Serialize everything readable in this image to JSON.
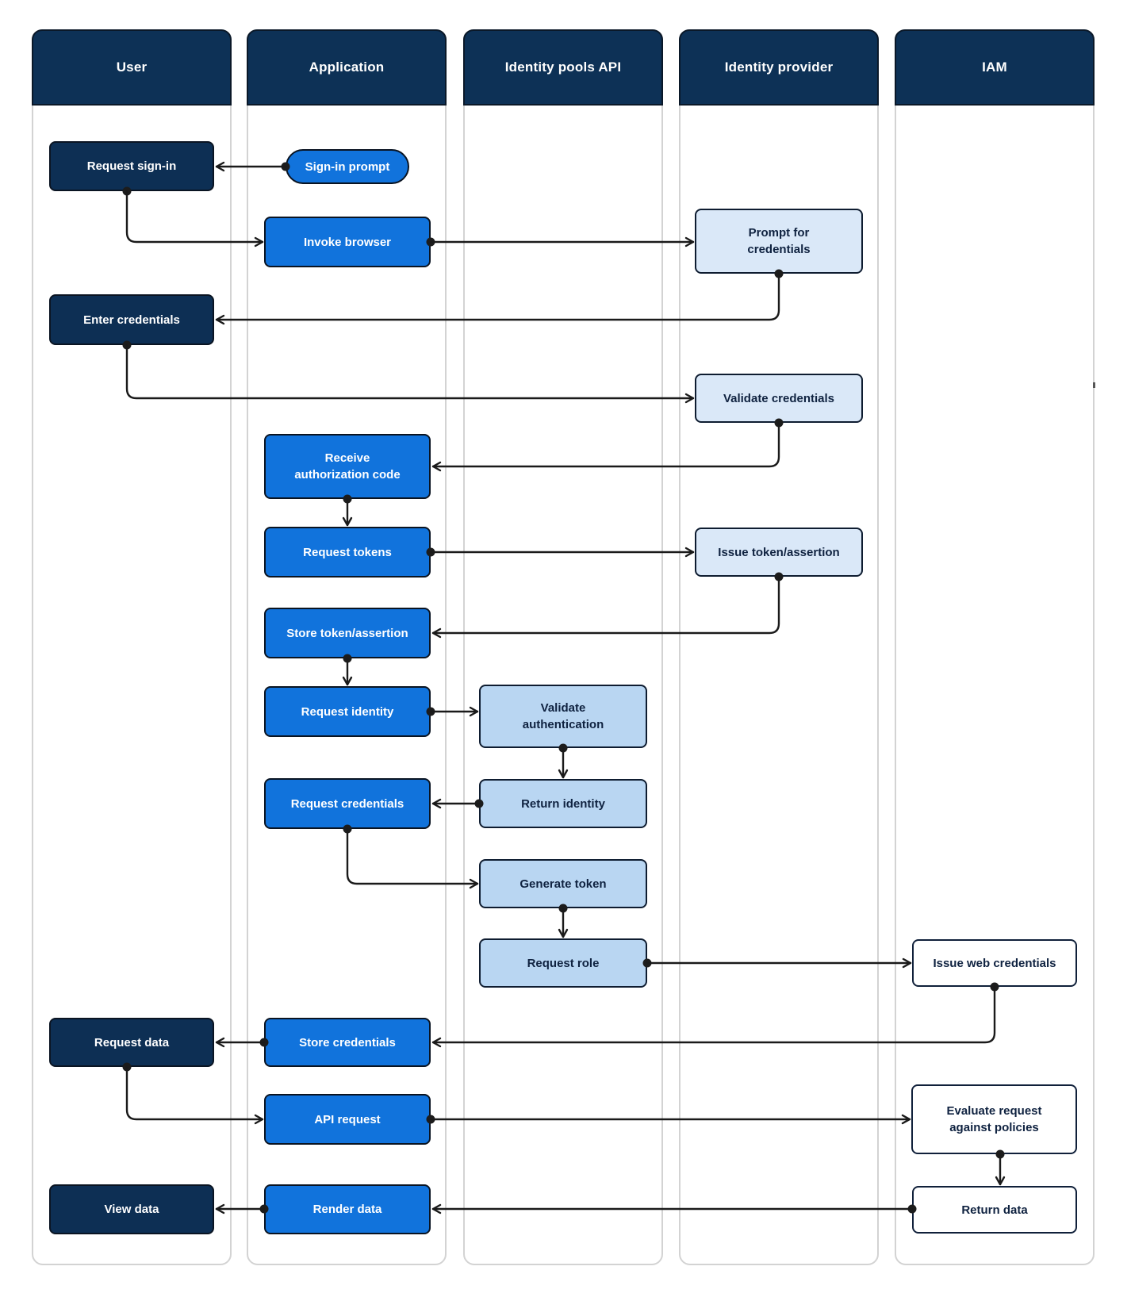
{
  "lanes": [
    {
      "label": "User"
    },
    {
      "label": "Application"
    },
    {
      "label": "Identity pools API"
    },
    {
      "label": "Identity provider"
    },
    {
      "label": "IAM"
    }
  ],
  "nodes": {
    "request_sign_in": {
      "label": "Request sign-in",
      "lane": "User"
    },
    "sign_in_prompt": {
      "label": "Sign-in prompt",
      "lane": "Application"
    },
    "invoke_browser": {
      "label": "Invoke browser",
      "lane": "Application"
    },
    "prompt_for_credentials": {
      "label": "Prompt for credentials",
      "lane": "Identity provider"
    },
    "enter_credentials": {
      "label": "Enter credentials",
      "lane": "User"
    },
    "validate_credentials": {
      "label": "Validate credentials",
      "lane": "Identity provider"
    },
    "receive_auth_code": {
      "label": "Receive authorization code",
      "lane": "Application"
    },
    "request_tokens": {
      "label": "Request tokens",
      "lane": "Application"
    },
    "issue_token_assertion": {
      "label": "Issue token/assertion",
      "lane": "Identity provider"
    },
    "store_token_assertion": {
      "label": "Store token/assertion",
      "lane": "Application"
    },
    "request_identity": {
      "label": "Request identity",
      "lane": "Application"
    },
    "validate_authentication": {
      "label": "Validate authentication",
      "lane": "Identity pools API"
    },
    "request_credentials": {
      "label": "Request credentials",
      "lane": "Application"
    },
    "return_identity": {
      "label": "Return identity",
      "lane": "Identity pools API"
    },
    "generate_token": {
      "label": "Generate token",
      "lane": "Identity pools API"
    },
    "request_role": {
      "label": "Request role",
      "lane": "Identity pools API"
    },
    "issue_web_credentials": {
      "label": "Issue web credentials",
      "lane": "IAM"
    },
    "request_data": {
      "label": "Request data",
      "lane": "User"
    },
    "store_credentials": {
      "label": "Store credentials",
      "lane": "Application"
    },
    "api_request": {
      "label": "API request",
      "lane": "Application"
    },
    "evaluate_request": {
      "label": "Evaluate request against policies",
      "lane": "IAM"
    },
    "view_data": {
      "label": "View data",
      "lane": "User"
    },
    "render_data": {
      "label": "Render data",
      "lane": "Application"
    },
    "return_data": {
      "label": "Return data",
      "lane": "IAM"
    }
  },
  "edges": [
    {
      "from": "Sign-in prompt",
      "to": "Request sign-in"
    },
    {
      "from": "Request sign-in",
      "to": "Invoke browser"
    },
    {
      "from": "Invoke browser",
      "to": "Prompt for credentials"
    },
    {
      "from": "Prompt for credentials",
      "to": "Enter credentials"
    },
    {
      "from": "Enter credentials",
      "to": "Validate credentials"
    },
    {
      "from": "Validate credentials",
      "to": "Receive authorization code"
    },
    {
      "from": "Receive authorization code",
      "to": "Request tokens"
    },
    {
      "from": "Request tokens",
      "to": "Issue token/assertion"
    },
    {
      "from": "Issue token/assertion",
      "to": "Store token/assertion"
    },
    {
      "from": "Store token/assertion",
      "to": "Request identity"
    },
    {
      "from": "Request identity",
      "to": "Validate authentication"
    },
    {
      "from": "Validate authentication",
      "to": "Return identity"
    },
    {
      "from": "Return identity",
      "to": "Request credentials"
    },
    {
      "from": "Request credentials",
      "to": "Generate token"
    },
    {
      "from": "Generate token",
      "to": "Request role"
    },
    {
      "from": "Request role",
      "to": "Issue web credentials"
    },
    {
      "from": "Issue web credentials",
      "to": "Store credentials"
    },
    {
      "from": "Store credentials",
      "to": "Request data"
    },
    {
      "from": "Request data",
      "to": "API request"
    },
    {
      "from": "API request",
      "to": "Evaluate request against policies"
    },
    {
      "from": "Evaluate request against policies",
      "to": "Return data"
    },
    {
      "from": "Return data",
      "to": "Render data"
    },
    {
      "from": "Render data",
      "to": "View data"
    }
  ],
  "colors": {
    "lane_header_bg": "#0d3156",
    "user_node_bg": "#0d2f54",
    "application_node_bg": "#1173dc",
    "identity_pools_api_node_bg": "#b9d6f2",
    "identity_provider_node_bg": "#dae8f8",
    "iam_node_bg": "#ffffff",
    "node_border": "#0a1422",
    "lane_border": "#d3d3d3",
    "arrow": "#1a1a1a",
    "light_text": "#ffffff",
    "dark_text": "#0f2240"
  }
}
